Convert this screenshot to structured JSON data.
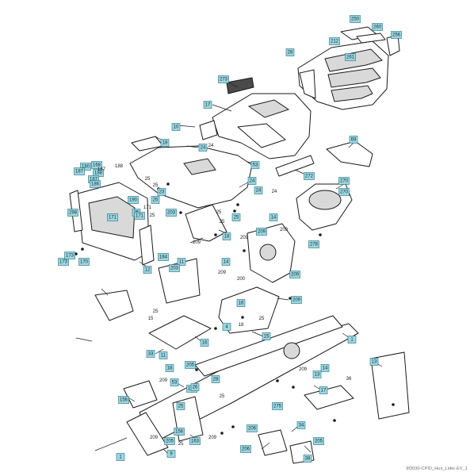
{
  "colors": {
    "callout_fill": "#9fd6e0",
    "callout_stroke": "#1a6f80",
    "line": "#1a1a1a",
    "background": "#ffffff"
  },
  "footer_caption": "9f3030-CPID_Hus_Lider-EV_1",
  "callouts": [
    "250",
    "260",
    "212",
    "256",
    "28",
    "261",
    "273",
    "17",
    "10",
    "18",
    "24",
    "53",
    "272",
    "69",
    "270",
    "24",
    "180",
    "168",
    "187",
    "188",
    "187",
    "186",
    "23",
    "25",
    "25",
    "190",
    "24",
    "25",
    "203",
    "14",
    "18",
    "171",
    "171",
    "270",
    "298",
    "209",
    "173",
    "173",
    "170",
    "164",
    "11",
    "12",
    "209",
    "203",
    "209",
    "278",
    "14",
    "1",
    "11",
    "16",
    "33",
    "13",
    "14",
    "4",
    "16",
    "15",
    "13",
    "205",
    "18",
    "135",
    "53",
    "34",
    "17",
    "25",
    "156",
    "28",
    "26",
    "206",
    "205",
    "275",
    "156",
    "205",
    "38",
    "1",
    "163",
    "9",
    "206"
  ],
  "plain_labels": [
    "24",
    "187",
    "188",
    "25",
    "25",
    "209",
    "24",
    "25",
    "209",
    "209",
    "25",
    "209",
    "209",
    "25",
    "15",
    "200",
    "209",
    "36",
    "25",
    "209",
    "25",
    "209",
    "171",
    "25",
    "25",
    "18"
  ]
}
